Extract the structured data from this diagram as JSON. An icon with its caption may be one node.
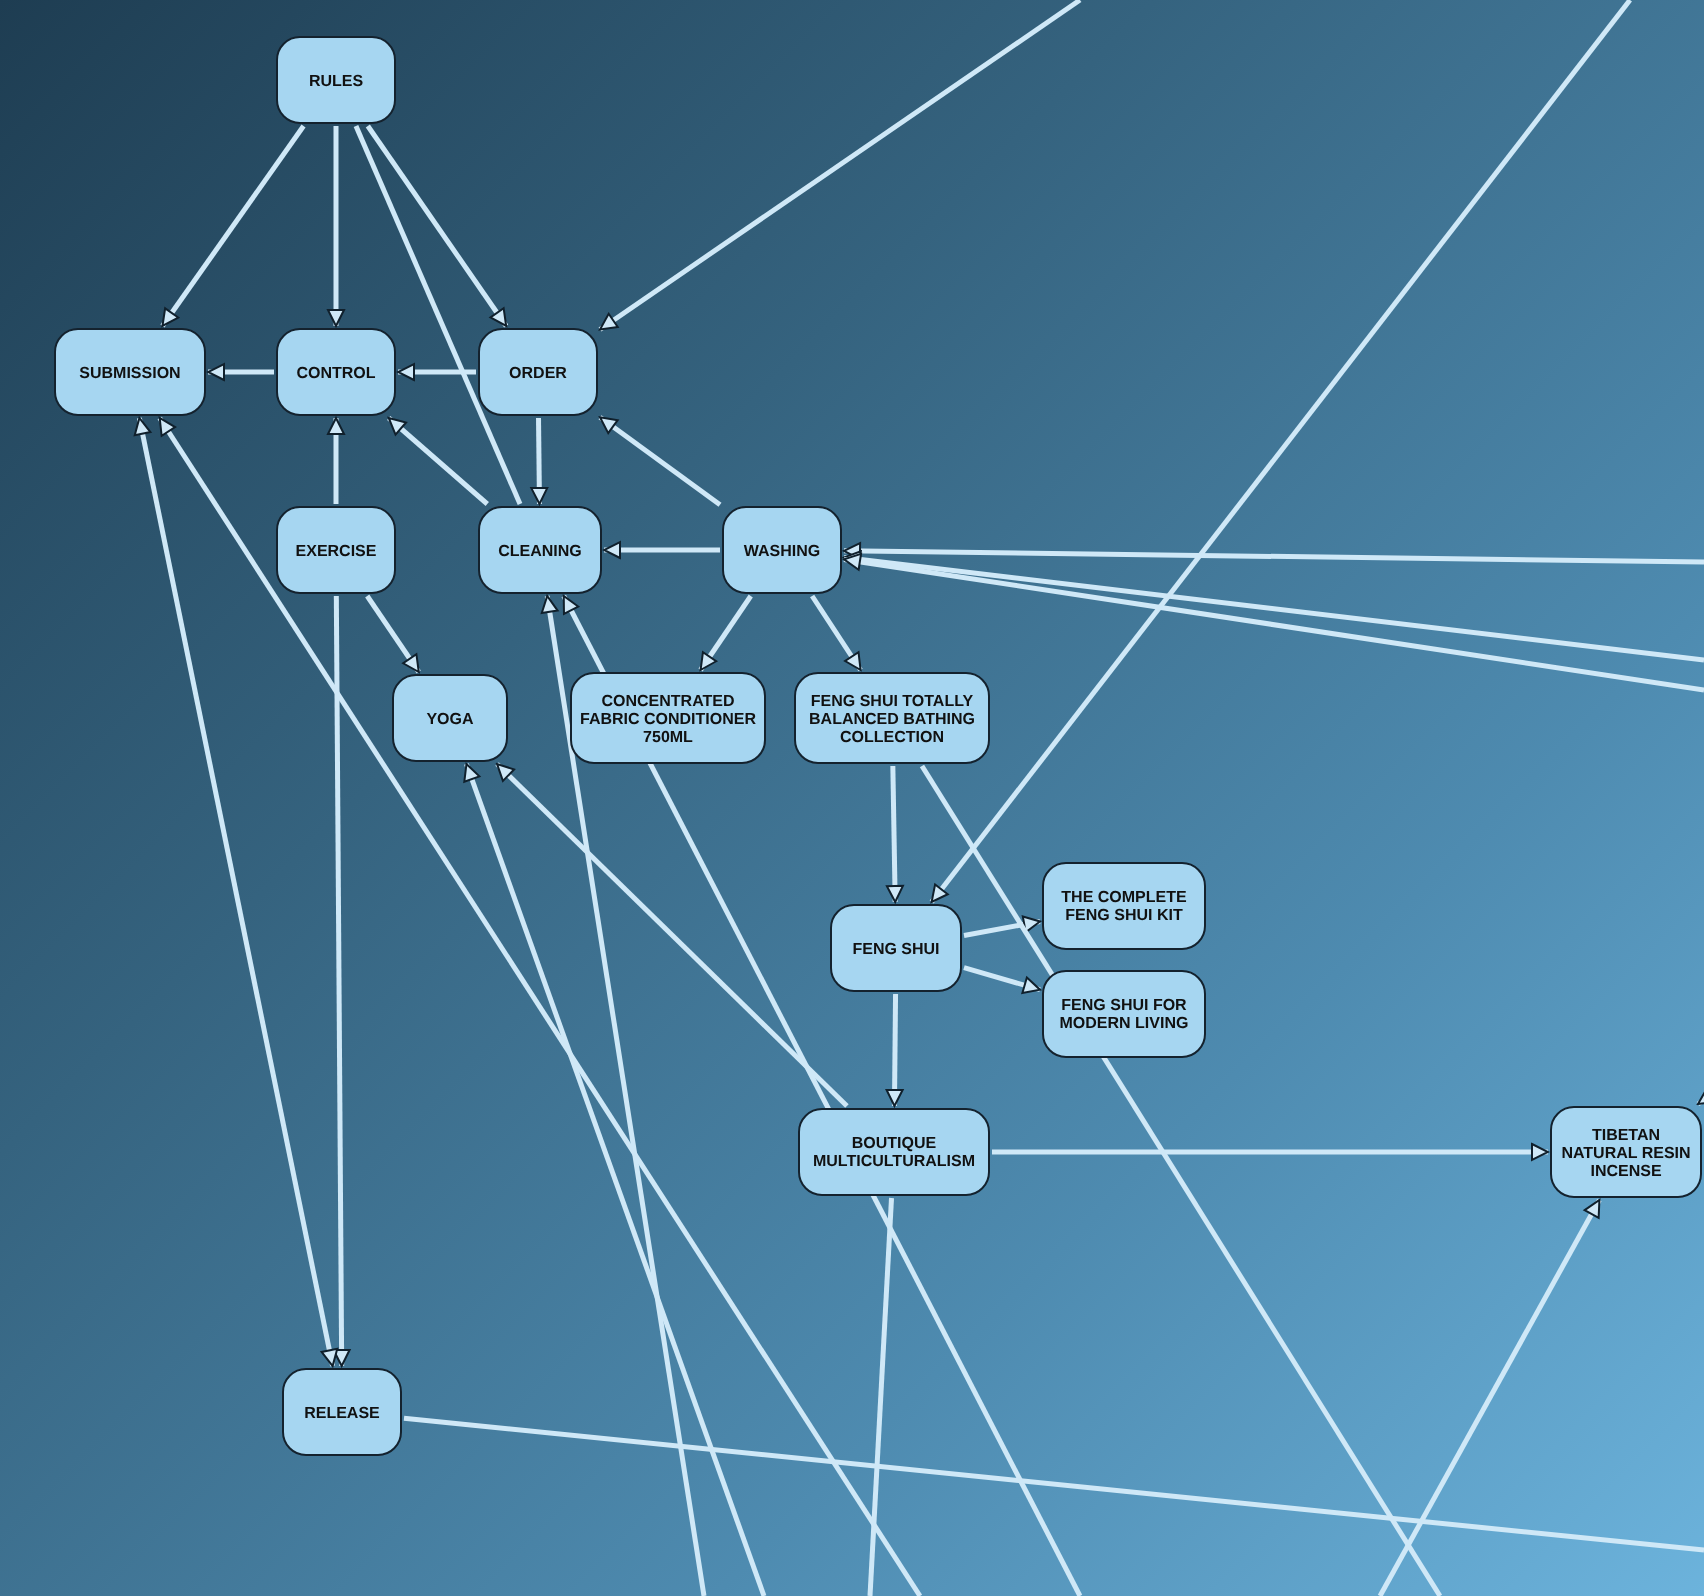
{
  "diagram": {
    "nodes": [
      {
        "text": [
          "RULES"
        ]
      },
      {
        "text": [
          "SUBMISSION"
        ]
      },
      {
        "text": [
          "CONTROL"
        ]
      },
      {
        "text": [
          "ORDER"
        ]
      },
      {
        "text": [
          "EXERCISE"
        ]
      },
      {
        "text": [
          "CLEANING"
        ]
      },
      {
        "text": [
          "WASHING"
        ]
      },
      {
        "text": [
          "YOGA"
        ]
      },
      {
        "text": [
          "CONCENTRATED FABRIC CONDITIONER 750ML"
        ]
      },
      {
        "text": [
          "FENG SHUI TOTALLY BALANCED BATHING COLLECTION"
        ]
      },
      {
        "text": [
          "FENG SHUI"
        ]
      },
      {
        "text": [
          "THE COMPLETE FENG SHUI KIT"
        ]
      },
      {
        "text": [
          "FENG SHUI FOR MODERN LIVING"
        ]
      },
      {
        "text": [
          "BOUTIQUE MULTICULTURALISM"
        ]
      },
      {
        "text": [
          "TIBETAN NATURAL RESIN INCENSE"
        ]
      },
      {
        "text": [
          "RELEASE"
        ]
      }
    ],
    "edges": [
      {
        "from": 0,
        "to": 1,
        "arrow": "to"
      },
      {
        "from": 0,
        "to": 2,
        "arrow": "to"
      },
      {
        "from": 0,
        "to": 3,
        "arrow": "to"
      },
      {
        "from": 0,
        "to": 5,
        "arrow": "none"
      },
      {
        "from": 2,
        "to": 1,
        "arrow": "to"
      },
      {
        "from": 3,
        "to": 2,
        "arrow": "to"
      },
      {
        "from": 3,
        "to": 5,
        "arrow": "to"
      },
      {
        "from": 5,
        "to": 2,
        "arrow": "to"
      },
      {
        "from": 4,
        "to": 2,
        "arrow": "to"
      },
      {
        "from": 6,
        "to": 3,
        "arrow": "to"
      },
      {
        "from": null,
        "to": 3,
        "arrow": "to"
      },
      {
        "from": 6,
        "to": 5,
        "arrow": "to"
      },
      {
        "from": 4,
        "to": 7,
        "arrow": "to"
      },
      {
        "from": 4,
        "to": 15,
        "arrow": "to"
      },
      {
        "from": 6,
        "to": 8,
        "arrow": "to"
      },
      {
        "from": 6,
        "to": 9,
        "arrow": "to"
      },
      {
        "from": 9,
        "to": 10,
        "arrow": "to"
      },
      {
        "from": null,
        "to": 10,
        "arrow": "to"
      },
      {
        "from": null,
        "to": 6,
        "arrow": "to"
      },
      {
        "from": null,
        "to": 6,
        "arrow": "to"
      },
      {
        "from": null,
        "to": 6,
        "arrow": "to"
      },
      {
        "from": 10,
        "to": 11,
        "arrow": "to"
      },
      {
        "from": 10,
        "to": 12,
        "arrow": "to"
      },
      {
        "from": 10,
        "to": 13,
        "arrow": "to"
      },
      {
        "from": 13,
        "to": 14,
        "arrow": "to"
      },
      {
        "from": 15,
        "to": 1,
        "arrow": "both"
      },
      {
        "from": null,
        "to": 1,
        "arrow": "to"
      },
      {
        "from": 13,
        "to": 7,
        "arrow": "to"
      },
      {
        "from": null,
        "to": 7,
        "arrow": "to"
      },
      {
        "from": null,
        "to": 5,
        "arrow": "to"
      },
      {
        "from": null,
        "to": 5,
        "arrow": "to"
      },
      {
        "from": 13,
        "to": null,
        "arrow": "none"
      },
      {
        "from": 9,
        "to": null,
        "arrow": "none"
      },
      {
        "from": null,
        "to": 14,
        "arrow": "to"
      },
      {
        "from": null,
        "to": 14,
        "arrow": "to"
      },
      {
        "from": 15,
        "to": null,
        "arrow": "none"
      }
    ]
  }
}
